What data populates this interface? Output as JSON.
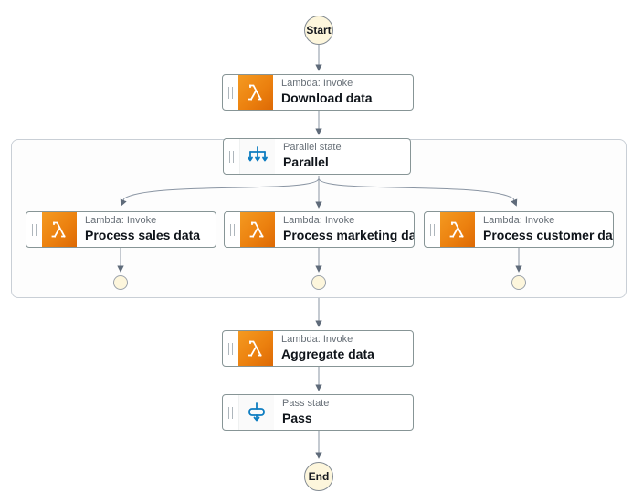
{
  "workflow": {
    "start": {
      "label": "Start"
    },
    "end": {
      "label": "End"
    },
    "nodes": {
      "download": {
        "type_label": "Lambda: Invoke",
        "name": "Download data"
      },
      "parallel": {
        "type_label": "Parallel state",
        "name": "Parallel"
      },
      "sales": {
        "type_label": "Lambda: Invoke",
        "name": "Process sales data"
      },
      "marketing": {
        "type_label": "Lambda: Invoke",
        "name": "Process marketing data"
      },
      "customer": {
        "type_label": "Lambda: Invoke",
        "name": "Process customer data"
      },
      "aggregate": {
        "type_label": "Lambda: Invoke",
        "name": "Aggregate data"
      },
      "pass": {
        "type_label": "Pass state",
        "name": "Pass"
      }
    },
    "icons": {
      "lambda": "lambda-icon",
      "parallel": "parallel-fanout-icon",
      "pass": "pass-icon",
      "drag_handle": "drag-handle-icon"
    },
    "colors": {
      "lambda_gradient_start": "#F49A21",
      "lambda_gradient_end": "#DD6905",
      "state_icon_blue": "#0E7DC1",
      "connector_gray": "#8A95A3",
      "arrowhead_gray": "#5F6B7A",
      "terminal_fill": "#FDF6DC",
      "terminal_border": "#838B93",
      "node_border": "#879596",
      "container_border": "#C9CFD6"
    }
  }
}
